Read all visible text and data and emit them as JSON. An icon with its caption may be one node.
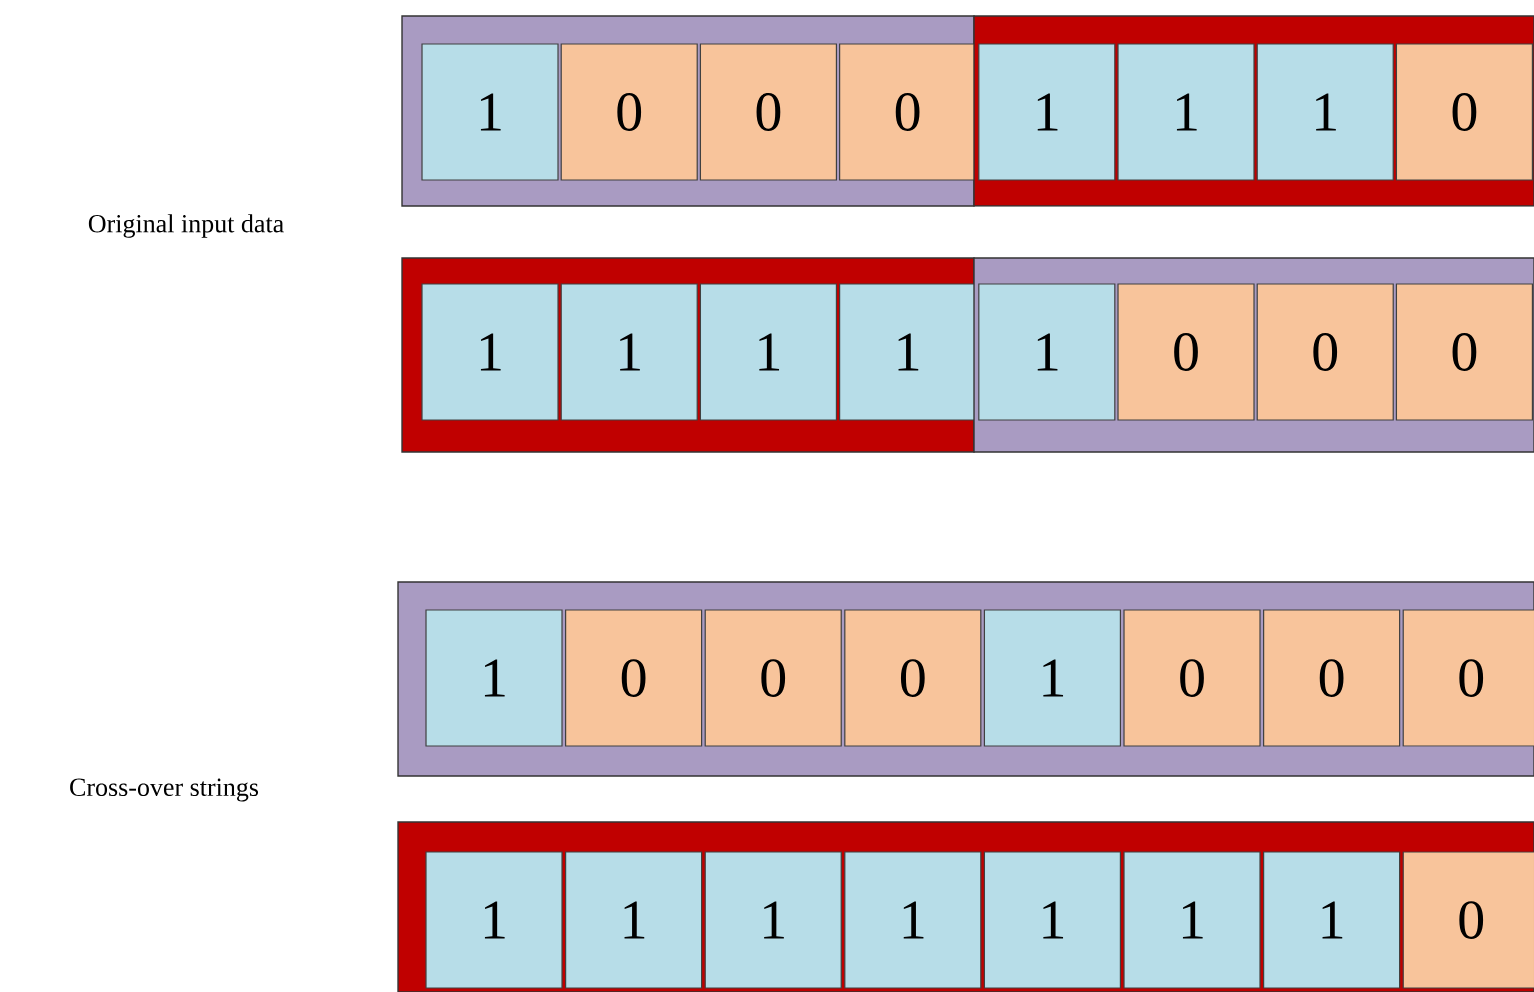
{
  "diagram": {
    "nodes": [
      {
        "text": [],
        "shape": "box"
      },
      {
        "text": [
          "1"
        ],
        "in": 0
      },
      {
        "text": [
          "0"
        ],
        "in": 0
      },
      {
        "text": [
          "0"
        ],
        "in": 0
      },
      {
        "text": [
          "0"
        ],
        "in": 0
      },
      {
        "text": [],
        "shape": "box"
      },
      {
        "text": [
          "1"
        ],
        "in": 5
      },
      {
        "text": [
          "1"
        ],
        "in": 5
      },
      {
        "text": [
          "1"
        ],
        "in": 5
      },
      {
        "text": [
          "0"
        ],
        "in": 5
      },
      {
        "text": [],
        "shape": "box"
      },
      {
        "text": [
          "1"
        ],
        "in": 10
      },
      {
        "text": [
          "1"
        ],
        "in": 10
      },
      {
        "text": [
          "1"
        ],
        "in": 10
      },
      {
        "text": [
          "1"
        ],
        "in": 10
      },
      {
        "text": [],
        "shape": "box"
      },
      {
        "text": [
          "1"
        ],
        "in": 15
      },
      {
        "text": [
          "0"
        ],
        "in": 15
      },
      {
        "text": [
          "0"
        ],
        "in": 15
      },
      {
        "text": [
          "0"
        ],
        "in": 15
      },
      {
        "text": [],
        "shape": "box"
      },
      {
        "text": [
          "1"
        ],
        "in": 20
      },
      {
        "text": [
          "0"
        ],
        "in": 20
      },
      {
        "text": [
          "0"
        ],
        "in": 20
      },
      {
        "text": [
          "0"
        ],
        "in": 20
      },
      {
        "text": [
          "1"
        ],
        "in": 20
      },
      {
        "text": [
          "0"
        ],
        "in": 20
      },
      {
        "text": [
          "0"
        ],
        "in": 20
      },
      {
        "text": [
          "0"
        ],
        "in": 20
      },
      {
        "text": [],
        "shape": "box"
      },
      {
        "text": [
          "1"
        ],
        "in": 29
      },
      {
        "text": [
          "1"
        ],
        "in": 29
      },
      {
        "text": [
          "1"
        ],
        "in": 29
      },
      {
        "text": [
          "1"
        ],
        "in": 29
      },
      {
        "text": [
          "1"
        ],
        "in": 29
      },
      {
        "text": [
          "1"
        ],
        "in": 29
      },
      {
        "text": [
          "1"
        ],
        "in": 29
      },
      {
        "text": [
          "0"
        ],
        "in": 29
      }
    ],
    "labels": [
      "Original input data",
      "Cross-over strings"
    ]
  }
}
